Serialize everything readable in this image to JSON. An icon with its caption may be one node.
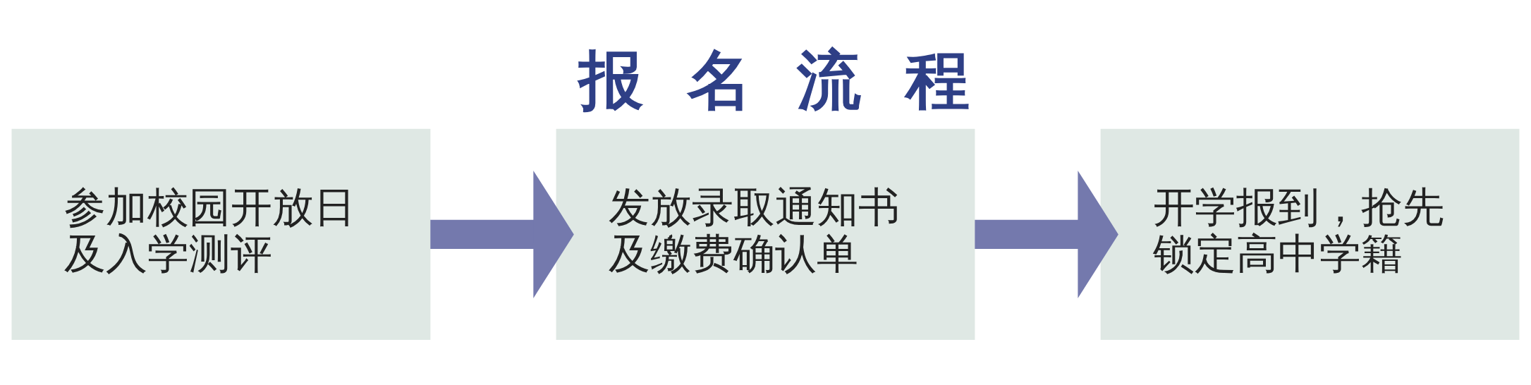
{
  "diagram": {
    "title": "报名流程",
    "nodes": [
      {
        "text": [
          "参加校园开放日及入学测评"
        ]
      },
      {
        "text": [
          "发放录取通知书及缴费确认单"
        ]
      },
      {
        "text": [
          "开学报到，抢先锁定高中学籍"
        ]
      }
    ],
    "edges": [
      {
        "from": 0,
        "to": 1,
        "arrow": "to"
      },
      {
        "from": 1,
        "to": 2,
        "arrow": "to"
      }
    ]
  }
}
